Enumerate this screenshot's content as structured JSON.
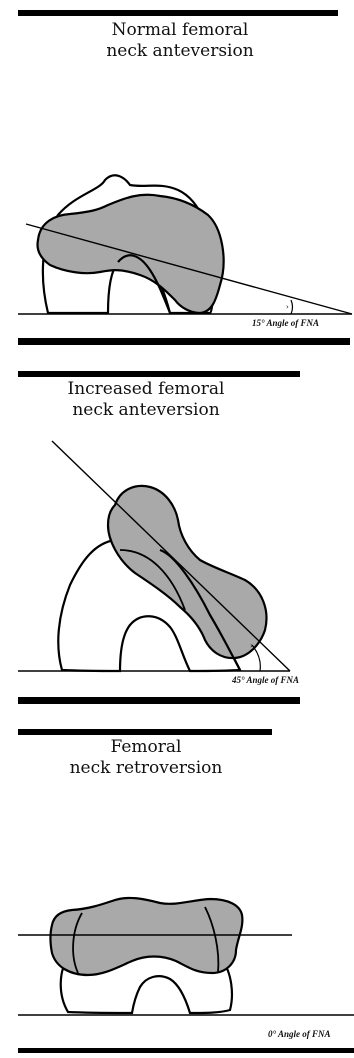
{
  "panels": [
    {
      "title_line1": "Normal femoral",
      "title_line2": "neck anteversion",
      "angle_caption": "15° Angle of FNA"
    },
    {
      "title_line1": "Increased femoral",
      "title_line2": "neck anteversion",
      "angle_caption": "45° Angle of FNA"
    },
    {
      "title_line1": "Femoral",
      "title_line2": "neck retroversion",
      "angle_caption": "0° Angle of FNA"
    }
  ],
  "colors": {
    "bone_fill": "#a9a9a9",
    "stroke": "#000000",
    "background": "#ffffff"
  }
}
